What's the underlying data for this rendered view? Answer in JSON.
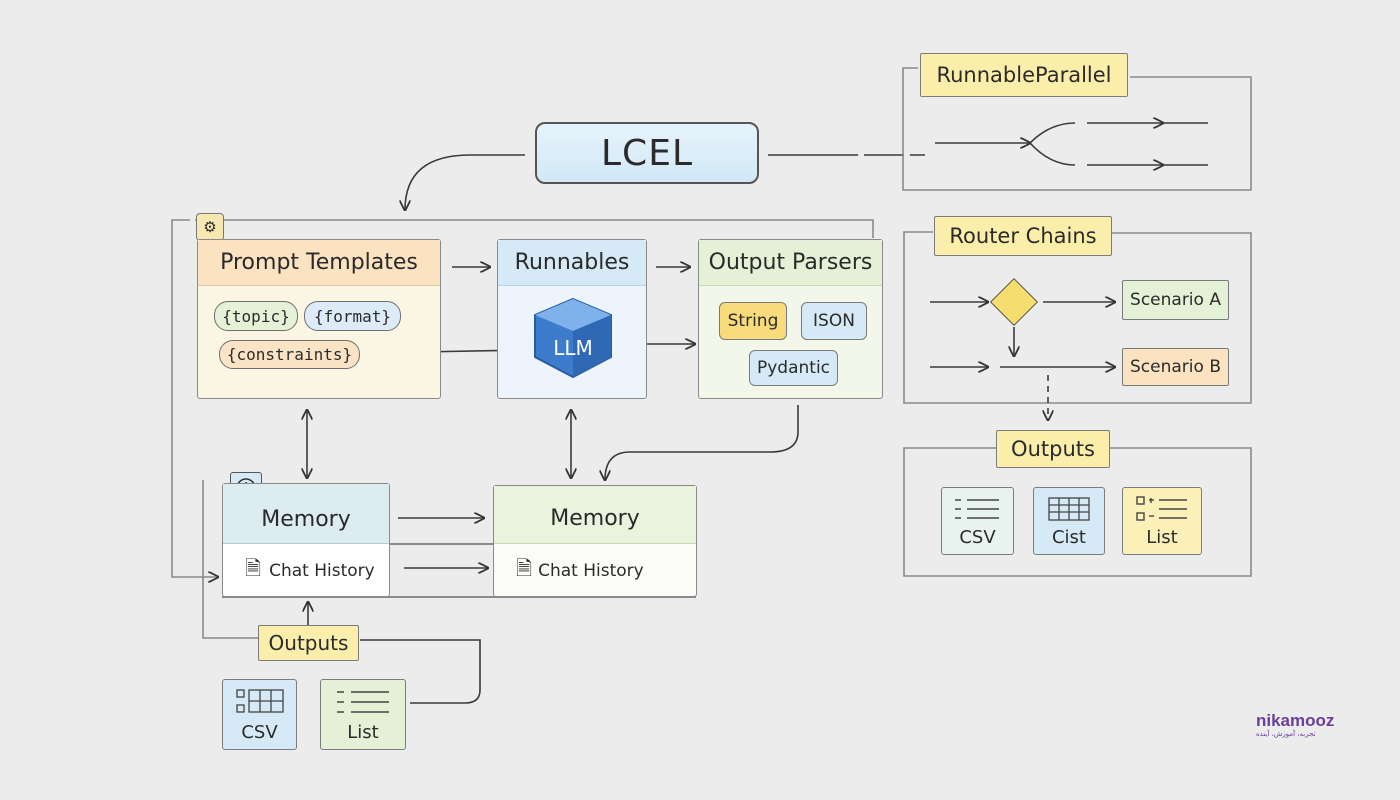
{
  "lcel": {
    "title": "LCEL"
  },
  "runnable_parallel": {
    "title": "RunnableParallel"
  },
  "router_chains": {
    "title": "Router Chains",
    "scenario_a": "Scenario A",
    "scenario_b": "Scenario B"
  },
  "router_outputs": {
    "title": "Outputs",
    "items": [
      "CSV",
      "Cist",
      "List"
    ]
  },
  "prompt_templates": {
    "title": "Prompt Templates",
    "variables": [
      "{topic}",
      "{format}",
      "{constraints}"
    ]
  },
  "runnables": {
    "title": "Runnables",
    "llm_label": "LLM"
  },
  "output_parsers": {
    "title": "Output Parsers",
    "formats": [
      "String",
      "ISON",
      "Pydantic"
    ]
  },
  "memory_left": {
    "title": "Memory",
    "chat_history": "Chat History"
  },
  "memory_right": {
    "title": "Memory",
    "chat_history": "Chat History"
  },
  "bottom_outputs": {
    "title": "Outputs",
    "items": [
      "CSV",
      "List"
    ]
  },
  "brand": {
    "name": "nikamooz",
    "tagline": "تجربه، آموزش، آینده"
  },
  "colors": {
    "background": "#ececec",
    "lcel_fill": "#d9ecf8",
    "orange_header": "#fbe3c2",
    "blue_header": "#d6e9f6",
    "green_header": "#e4f1d7",
    "yellow_label": "#fbeeaa",
    "brand_purple": "#6a3e9b"
  }
}
